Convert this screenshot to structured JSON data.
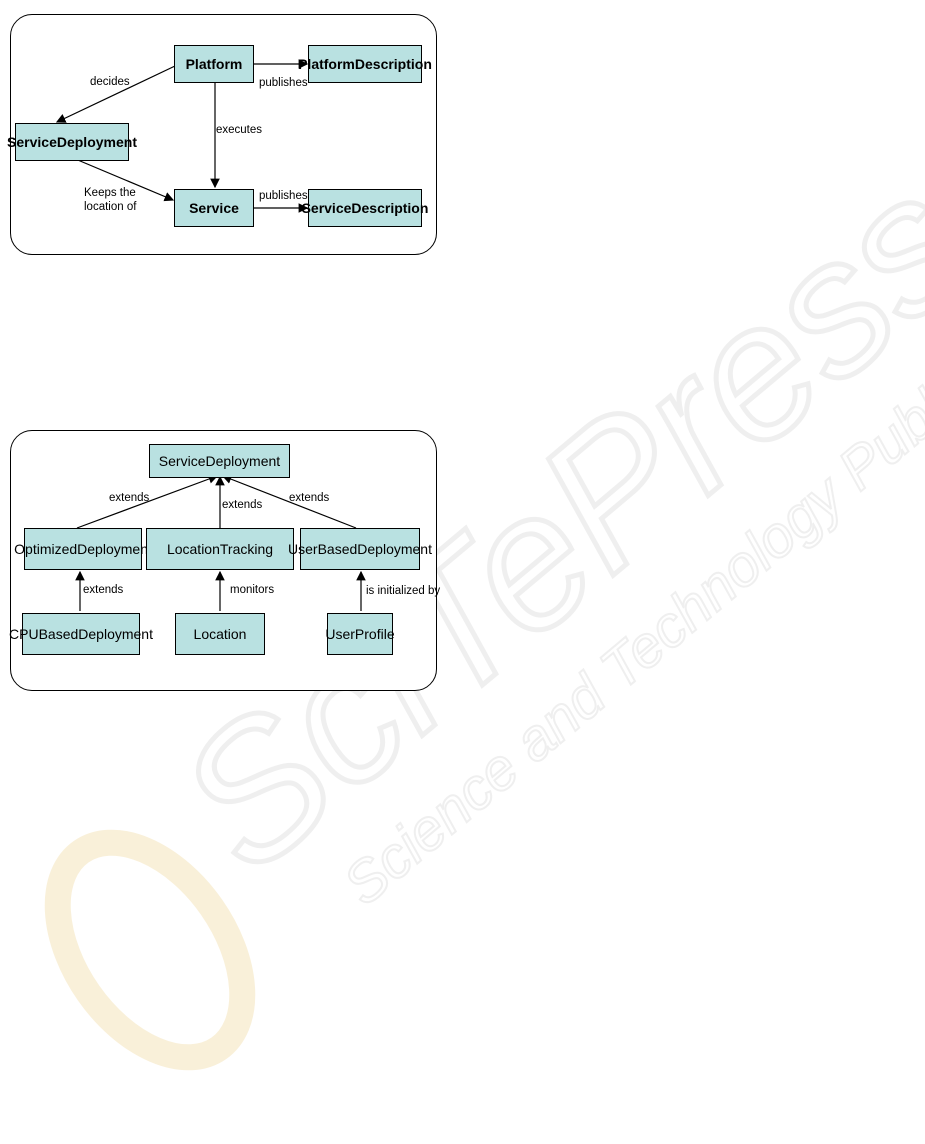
{
  "diagram1": {
    "nodes": {
      "platform": "Platform",
      "platform_description": "PlatformDescription",
      "service_deployment": "ServiceDeployment",
      "service": "Service",
      "service_description": "ServiceDescription"
    },
    "edges": {
      "decides": "decides",
      "publishes_platform": "publishes",
      "executes": "executes",
      "keeps_location": "Keeps the\nlocation of",
      "publishes_service": "publishes"
    }
  },
  "diagram2": {
    "nodes": {
      "service_deployment": "ServiceDeployment",
      "optimized_deployment": "OptimizedDeployment",
      "location_tracking": "LocationTracking",
      "user_based_deployment": "UserBasedDeployment",
      "cpu_based_deployment": "CPUBasedDeployment",
      "location": "Location",
      "user_profile": "UserProfile"
    },
    "edges": {
      "extends_left": "extends",
      "extends_middle": "extends",
      "extends_right": "extends",
      "extends_cpu": "extends",
      "monitors": "monitors",
      "initialized_by": "is initialized by"
    }
  },
  "watermark": {
    "brand": "SciTePress",
    "tagline": "Science and Technology Publications"
  }
}
